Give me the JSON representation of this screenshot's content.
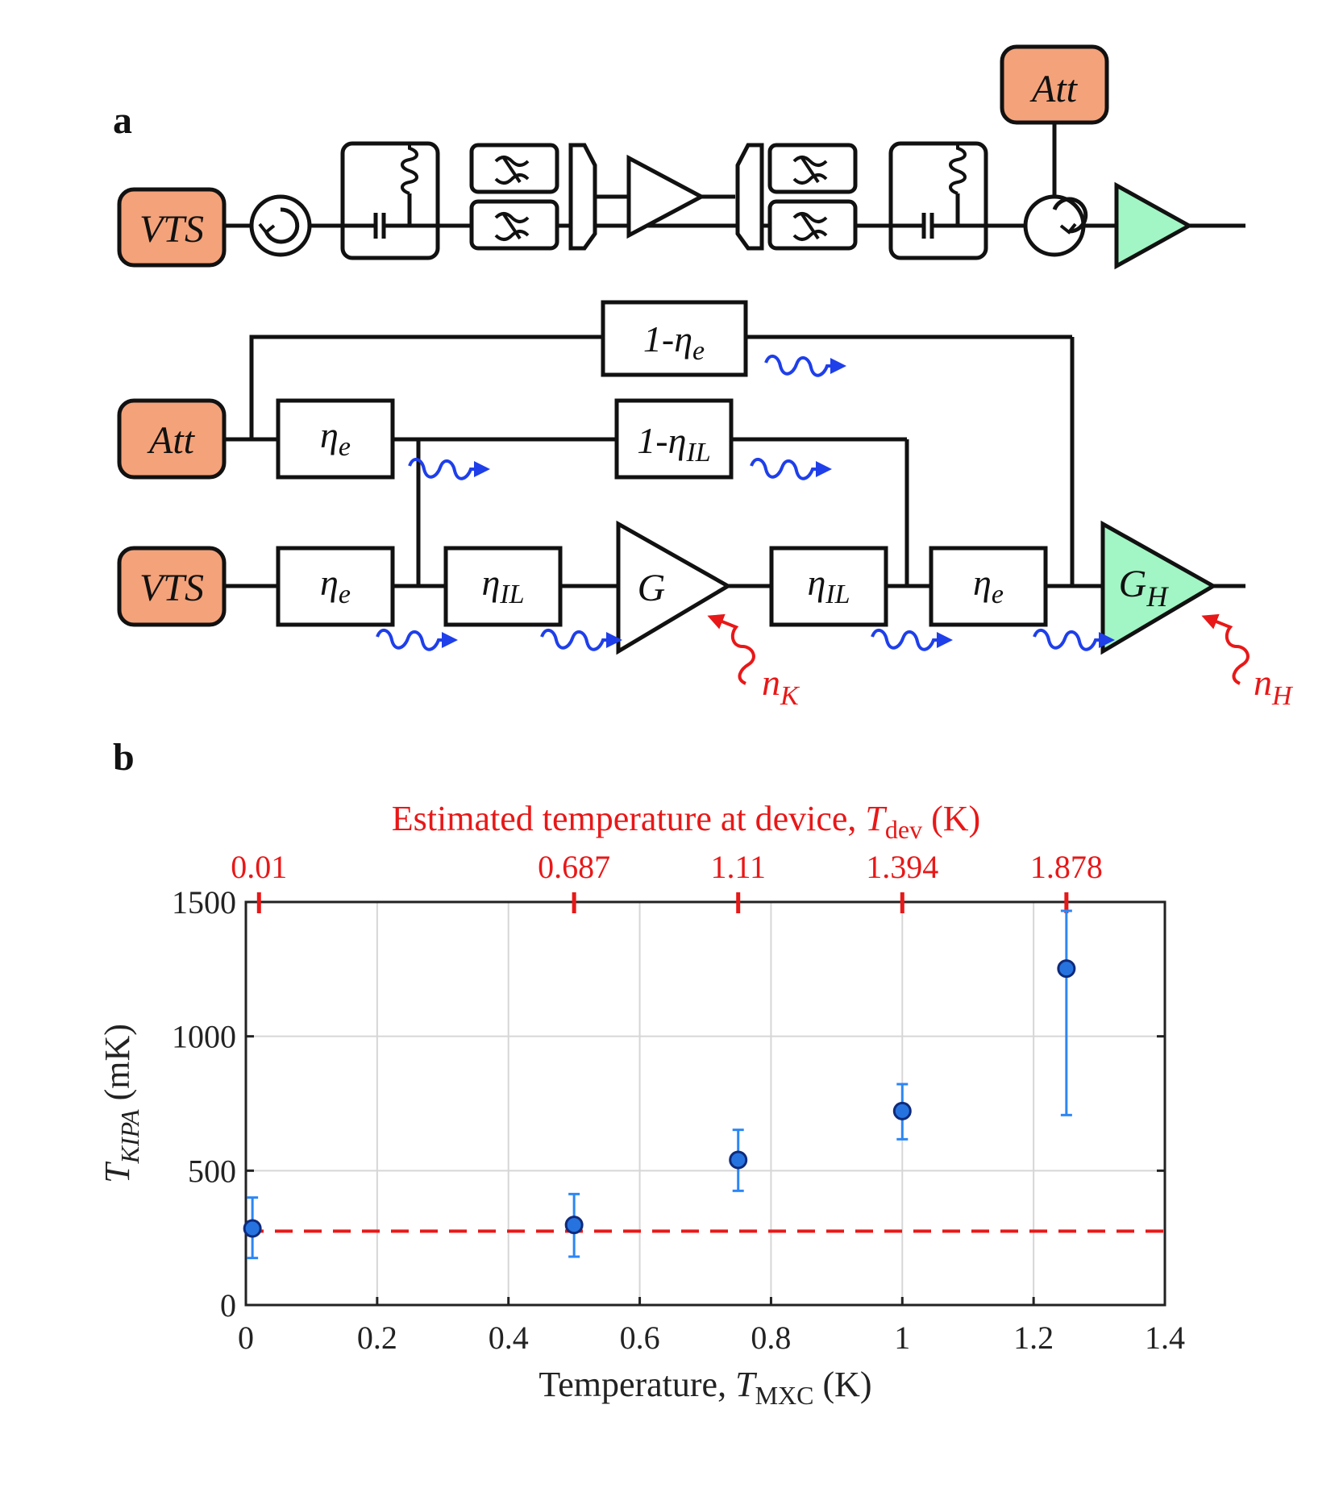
{
  "panel_a": {
    "label": "a",
    "top_chain": {
      "source": "VTS",
      "attenuator": "Att"
    },
    "model": {
      "att_label": "Att",
      "vts_label": "VTS",
      "loss_outer_label_prefix": "1-",
      "loss_il_label_prefix": "1-",
      "eta": "η",
      "sub_e": "e",
      "sub_il": "IL",
      "gain_kipa": "G",
      "gain_hemt": "G",
      "gain_hemt_sub": "H",
      "noise_kipa": "n",
      "noise_kipa_sub": "K",
      "noise_hemt": "n",
      "noise_hemt_sub": "H"
    },
    "colors": {
      "source_fill": "#F4A27A",
      "hemt_fill": "#A2F5C4",
      "thermal_photon": "#1E3FEA",
      "added_noise": "#E81818"
    }
  },
  "panel_b": {
    "label": "b"
  },
  "chart_data": {
    "type": "scatter",
    "title": "",
    "xlabel_main": "Temperature, ",
    "xlabel_var": "T",
    "xlabel_sub": "MXC",
    "xlabel_unit": " (K)",
    "ylabel_var": "T",
    "ylabel_sub": "KIPA",
    "ylabel_unit": " (mK)",
    "top_axis_label_main": "Estimated temperature at device, ",
    "top_axis_label_var": "T",
    "top_axis_label_sub": "dev",
    "top_axis_label_unit": " (K)",
    "xlim": [
      0,
      1.4
    ],
    "ylim": [
      0,
      1500
    ],
    "x_ticks": [
      0,
      0.2,
      0.4,
      0.6,
      0.8,
      1,
      1.2,
      1.4
    ],
    "x_tick_labels": [
      "0",
      "0.2",
      "0.4",
      "0.6",
      "0.8",
      "1",
      "1.2",
      "1.4"
    ],
    "y_ticks": [
      0,
      500,
      1000,
      1500
    ],
    "y_tick_labels": [
      "0",
      "500",
      "1000",
      "1500"
    ],
    "top_ticks": [
      0.02,
      0.5,
      0.75,
      1.0,
      1.25
    ],
    "top_tick_labels": [
      "0.01",
      "0.687",
      "1.11",
      "1.394",
      "1.878"
    ],
    "grid": true,
    "series": [
      {
        "x": [
          0.01,
          0.5,
          0.75,
          1.0,
          1.25
        ],
        "y": [
          285,
          298,
          540,
          722,
          1252
        ],
        "err_low": [
          110,
          118,
          115,
          105,
          545
        ],
        "err_high": [
          115,
          115,
          112,
          100,
          215
        ]
      }
    ],
    "reference_line": {
      "y": 275,
      "style": "dashed"
    },
    "colors": {
      "marker": "#2673E0",
      "marker_edge": "#0F2A7A",
      "errorbar": "#2B86F5",
      "reference": "#E81818",
      "top_axis": "#E81818"
    }
  }
}
